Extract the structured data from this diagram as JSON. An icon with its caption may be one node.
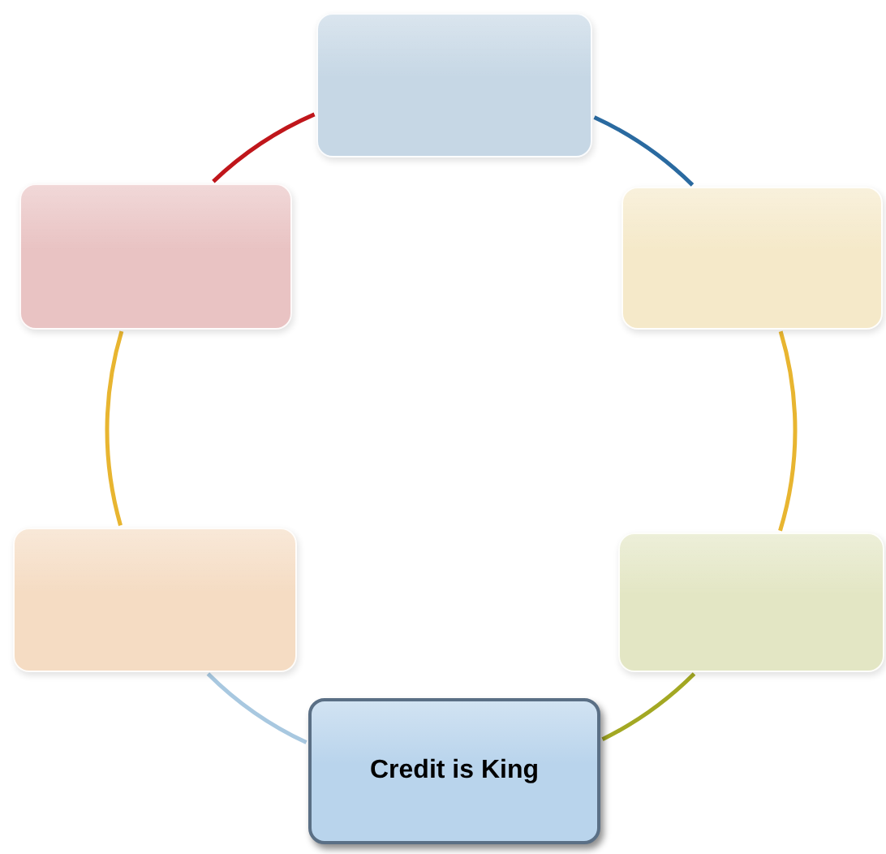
{
  "diagram": {
    "nodes": [
      {
        "text": [],
        "shape": "box"
      },
      {
        "text": [],
        "shape": "box"
      },
      {
        "text": [],
        "shape": "box"
      },
      {
        "text": [
          "Credit is King"
        ]
      },
      {
        "text": [],
        "shape": "box"
      },
      {
        "text": [],
        "shape": "box"
      }
    ],
    "edges": [
      {
        "from": 0,
        "to": 1,
        "arrow": "none",
        "color": "#2a6aa0"
      },
      {
        "from": 1,
        "to": 2,
        "arrow": "none",
        "color": "#e8b530"
      },
      {
        "from": 2,
        "to": 3,
        "arrow": "none",
        "color": "#a3a823"
      },
      {
        "from": 3,
        "to": 4,
        "arrow": "none",
        "color": "#a8c8e0"
      },
      {
        "from": 4,
        "to": 5,
        "arrow": "none",
        "color": "#e8b530"
      },
      {
        "from": 5,
        "to": 0,
        "arrow": "none",
        "color": "#c0161b"
      }
    ]
  }
}
